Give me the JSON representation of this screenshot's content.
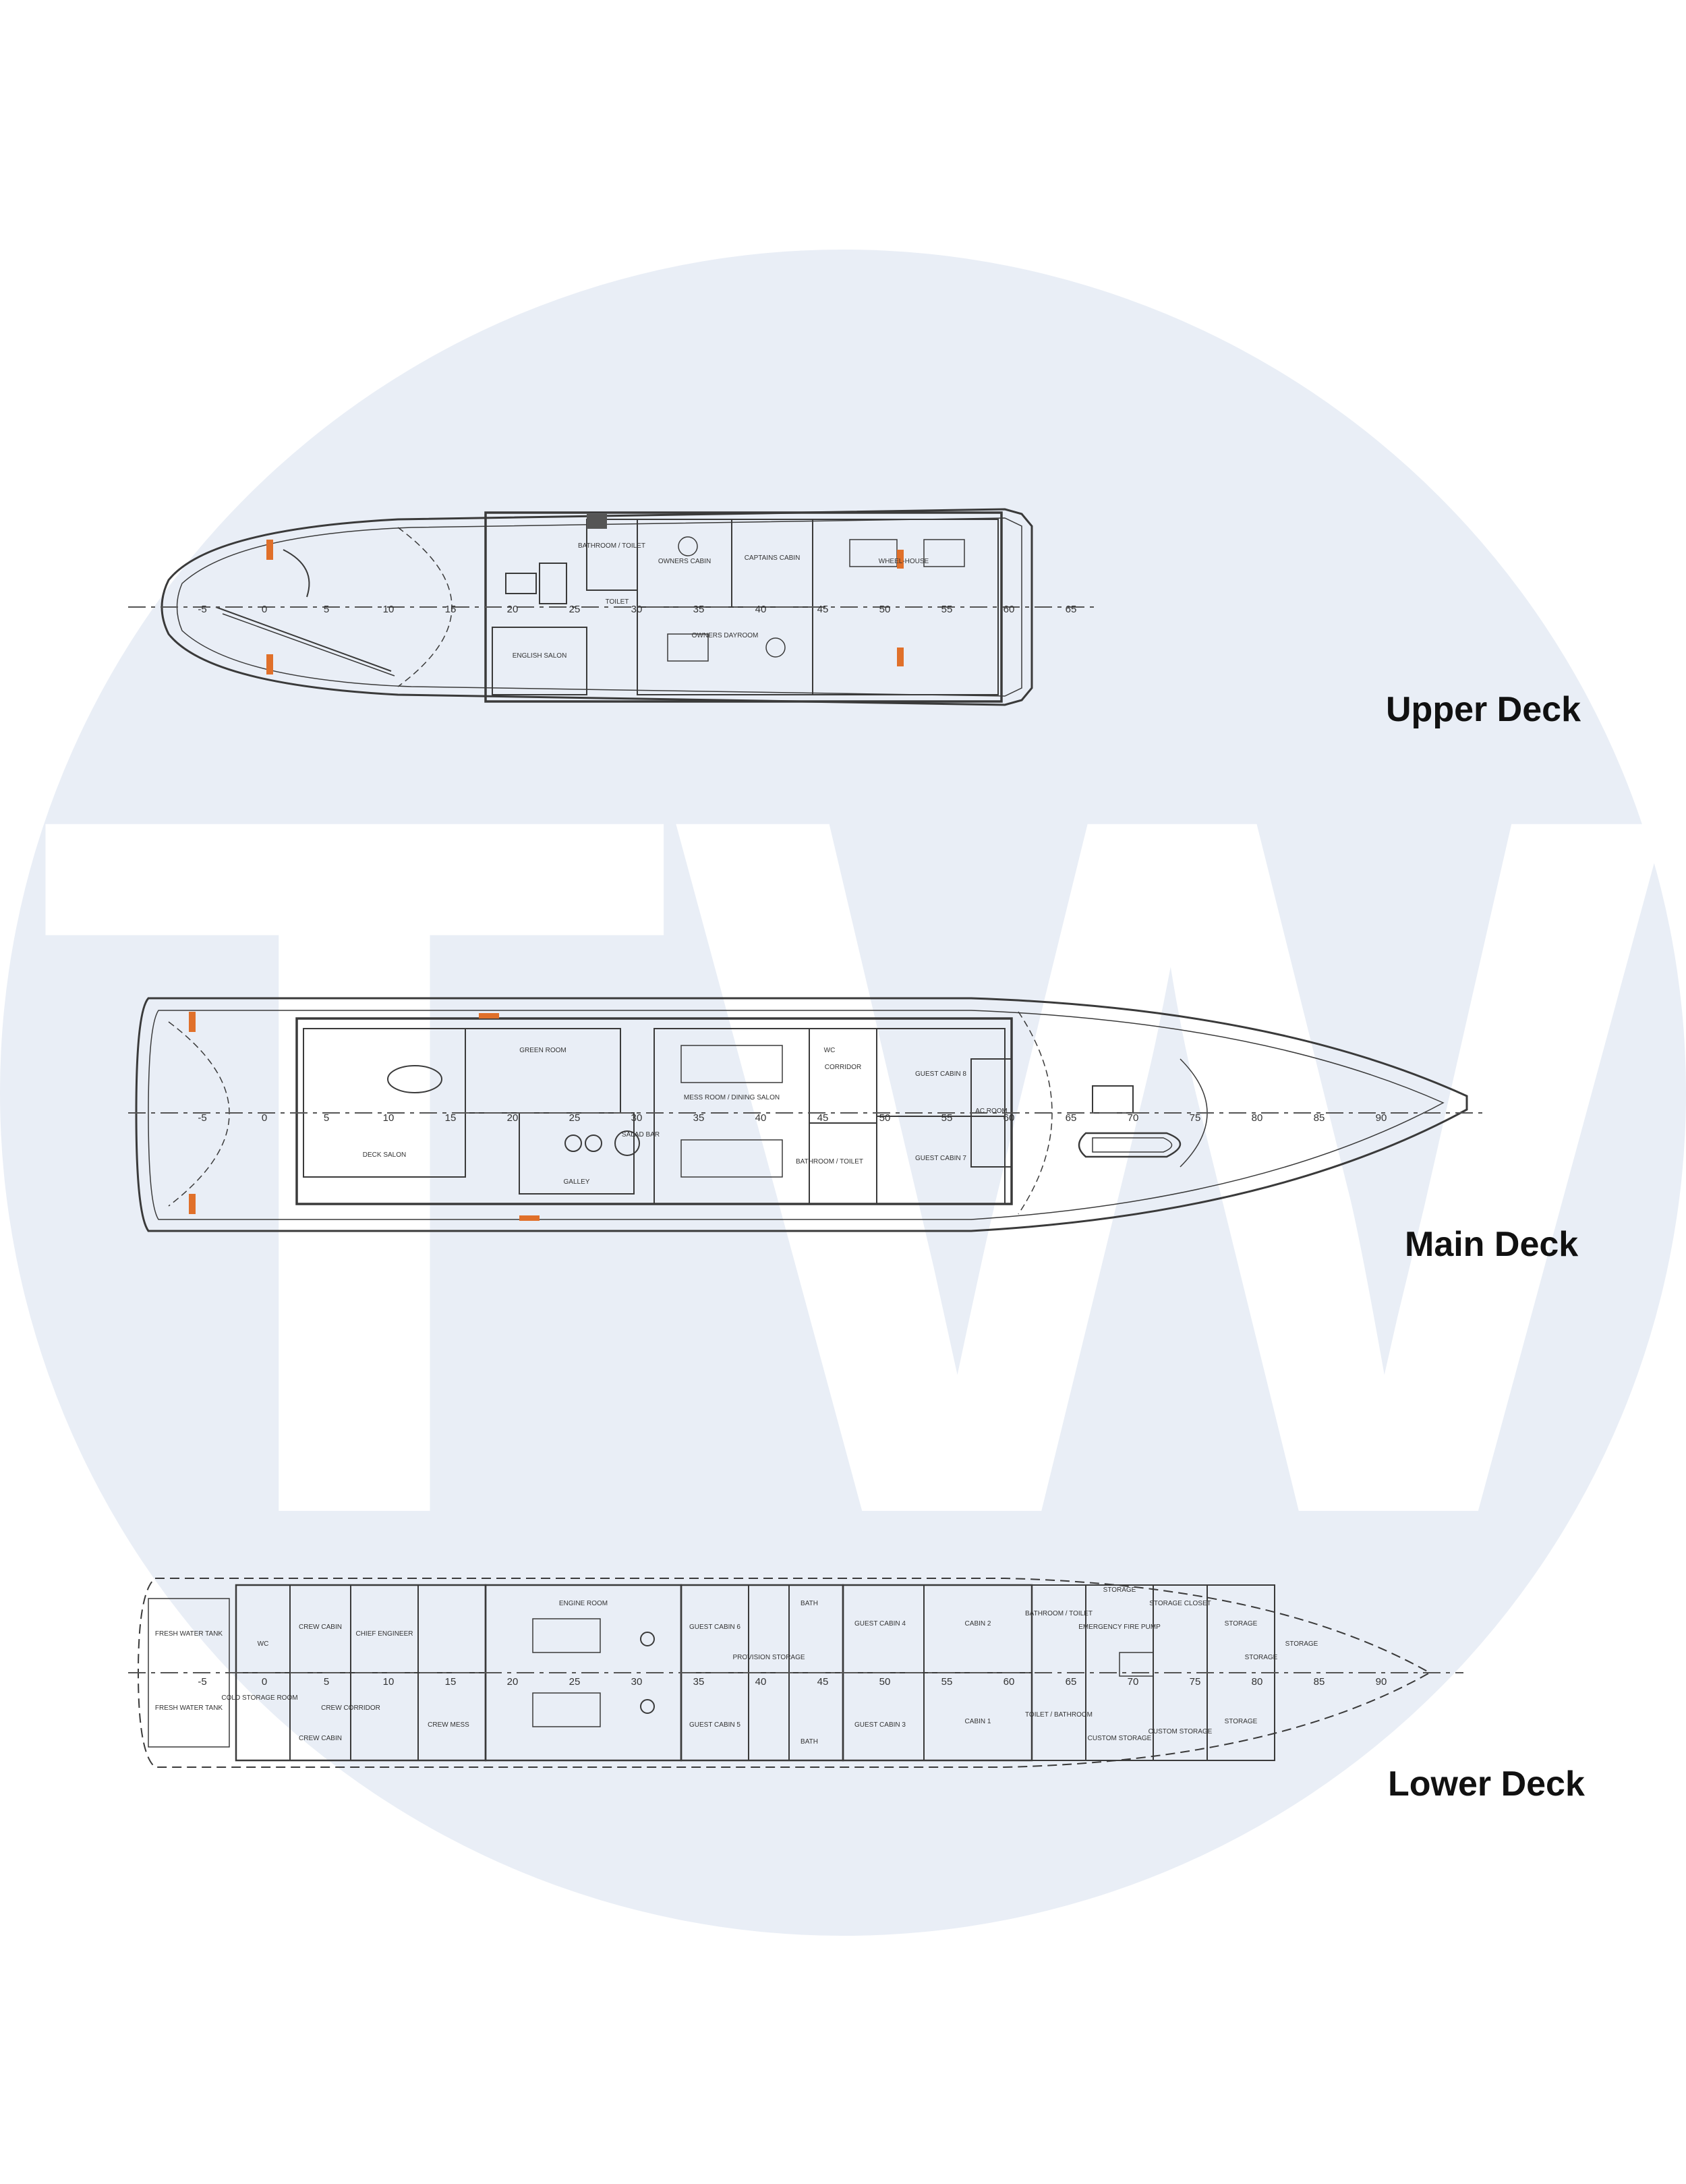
{
  "colors": {
    "circle": "#e9eef6",
    "watermark": "#ffffff",
    "line": "#3a3a3a",
    "accent": "#e0702a"
  },
  "watermark": {
    "text": "TW"
  },
  "decks": [
    {
      "id": "upper",
      "label": "Upper Deck",
      "frames": [
        "-5",
        "0",
        "5",
        "10",
        "15",
        "20",
        "25",
        "30",
        "35",
        "40",
        "45",
        "50",
        "55",
        "60",
        "65"
      ],
      "rooms": [
        "BATHROOM / TOILET",
        "OWNERS CABIN",
        "CAPTAINS CABIN",
        "WHEEL-HOUSE",
        "OWNERS DAYROOM",
        "ENGLISH SALON",
        "TOILET"
      ]
    },
    {
      "id": "main",
      "label": "Main Deck",
      "frames": [
        "-5",
        "0",
        "5",
        "10",
        "15",
        "20",
        "25",
        "30",
        "35",
        "40",
        "45",
        "50",
        "55",
        "60",
        "65",
        "70",
        "75",
        "80",
        "85",
        "90"
      ],
      "rooms": [
        "GREEN ROOM",
        "DECK SALON",
        "GALLEY",
        "MESS ROOM / DINING SALON",
        "CORRIDOR",
        "GUEST CABIN 8",
        "GUEST CABIN 7",
        "BATHROOM / TOILET",
        "SALAD BAR",
        "AC ROOM",
        "WC"
      ]
    },
    {
      "id": "lower",
      "label": "Lower Deck",
      "frames": [
        "-5",
        "0",
        "5",
        "10",
        "15",
        "20",
        "25",
        "30",
        "35",
        "40",
        "45",
        "50",
        "55",
        "60",
        "65",
        "70",
        "75",
        "80",
        "85",
        "90"
      ],
      "rooms": [
        "FRESH WATER TANK",
        "FRESH WATER TANK",
        "CREW CABIN",
        "CHIEF ENGINEER",
        "CREW CORRIDOR",
        "CREW CABIN",
        "CREW MESS",
        "ENGINE ROOM",
        "GUEST CABIN 6",
        "GUEST CABIN 5",
        "PROVISION STORAGE",
        "BATH",
        "BATH",
        "GUEST CABIN 4",
        "GUEST CABIN 3",
        "CABIN 2",
        "CABIN 1",
        "BATHROOM / TOILET",
        "TOILET / BATHROOM",
        "EMERGENCY FIRE PUMP",
        "STORAGE",
        "STORAGE CLOSET",
        "STORAGE",
        "STORAGE",
        "STORAGE",
        "CUSTOM STORAGE",
        "CUSTOM STORAGE",
        "STORAGE",
        "COLD STORAGE ROOM",
        "WC"
      ]
    }
  ]
}
